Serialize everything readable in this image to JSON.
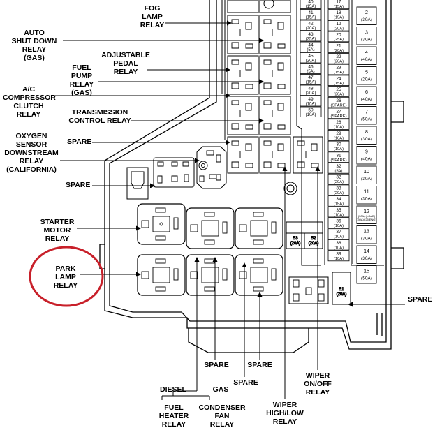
{
  "labels": {
    "fog_lamp": "FOG\nLAMP\nRELAY",
    "auto_shut_down": "AUTO\nSHUT DOWN\nRELAY\n(GAS)",
    "adjustable_pedal": "ADJUSTABLE\nPEDAL\nRELAY",
    "fuel_pump": "FUEL\nPUMP\nRELAY\n(GAS)",
    "ac_compressor": "A/C\nCOMPRESSOR\nCLUTCH\nRELAY",
    "transmission_control": "TRANSMISSION\nCONTROL RELAY",
    "spare_upper": "SPARE",
    "oxygen_sensor": "OXYGEN\nSENSOR\nDOWNSTREAM\nRELAY\n(CALIFORNIA)",
    "spare_middle": "SPARE",
    "starter_motor": "STARTER\nMOTOR\nRELAY",
    "park_lamp": "PARK\nLAMP\nRELAY",
    "spare_right": "SPARE",
    "spare_bottom_1": "SPARE",
    "spare_bottom_2": "SPARE",
    "spare_bottom_3": "SPARE",
    "diesel": "DIESEL",
    "gas": "GAS",
    "fuel_heater": "FUEL\nHEATER\nRELAY",
    "condenser_fan": "CONDENSER\nFAN\nRELAY",
    "wiper_high_low": "WIPER\nHIGH/LOW\nRELAY",
    "wiper_on_off": "WIPER\nON/OFF\nRELAY"
  },
  "fuses_col1": [
    {
      "num": "40",
      "amp": "(15A)"
    },
    {
      "num": "41",
      "amp": "(15A)"
    },
    {
      "num": "42",
      "amp": "(20A)"
    },
    {
      "num": "43",
      "amp": "(25A)"
    },
    {
      "num": "44",
      "amp": "(5A)"
    },
    {
      "num": "45",
      "amp": "(20A)"
    },
    {
      "num": "46",
      "amp": "(5A)"
    },
    {
      "num": "47",
      "amp": "(15A)"
    },
    {
      "num": "48",
      "amp": "(20A)"
    },
    {
      "num": "49",
      "amp": "(10A)"
    },
    {
      "num": "50",
      "amp": "(10A)"
    }
  ],
  "fuses_col2": [
    {
      "num": "17",
      "amp": "(15A)"
    },
    {
      "num": "18",
      "amp": "(15A)"
    },
    {
      "num": "19",
      "amp": "(20A)"
    },
    {
      "num": "20",
      "amp": "(25A)"
    },
    {
      "num": "21",
      "amp": "(20A)"
    },
    {
      "num": "22",
      "amp": "(20A)"
    },
    {
      "num": "23",
      "amp": "(15A)"
    },
    {
      "num": "24",
      "amp": "(15A)"
    },
    {
      "num": "25",
      "amp": "(20A)"
    },
    {
      "num": "26",
      "amp": "(SPARE)"
    },
    {
      "num": "27",
      "amp": "(SPARE)"
    },
    {
      "num": "28",
      "amp": "(10A)"
    },
    {
      "num": "29",
      "amp": "(10A)"
    },
    {
      "num": "30",
      "amp": "(10A)"
    },
    {
      "num": "31",
      "amp": "(SPARE)"
    },
    {
      "num": "32",
      "amp": "(5A)"
    },
    {
      "num": "32",
      "amp": "(20A)"
    },
    {
      "num": "33",
      "amp": "(20A)"
    },
    {
      "num": "34",
      "amp": "(15A)"
    },
    {
      "num": "35",
      "amp": "(10A)"
    },
    {
      "num": "36",
      "amp": "(10A)"
    },
    {
      "num": "37",
      "amp": "(10A)"
    },
    {
      "num": "38",
      "amp": "(10A)"
    },
    {
      "num": "39",
      "amp": "(10A)"
    }
  ],
  "fuses_big": [
    {
      "num": "2",
      "amp": "(30A)"
    },
    {
      "num": "3",
      "amp": "(30A)"
    },
    {
      "num": "4",
      "amp": "(40A)"
    },
    {
      "num": "5",
      "amp": "(20A)"
    },
    {
      "num": "6",
      "amp": "(40A)"
    },
    {
      "num": "7",
      "amp": "(50A)"
    },
    {
      "num": "8",
      "amp": "(30A)"
    },
    {
      "num": "9",
      "amp": "(40A)"
    },
    {
      "num": "10",
      "amp": "(30A)"
    },
    {
      "num": "11",
      "amp": "(30A)"
    },
    {
      "num": "12",
      "amp": "(30A) (LOAD)\n(30A) (25 ENG)"
    },
    {
      "num": "13",
      "amp": "(30A)"
    },
    {
      "num": "14",
      "amp": "(30A)"
    },
    {
      "num": "15",
      "amp": "(50A)"
    }
  ],
  "fuses_misc": {
    "f53": {
      "num": "53",
      "amp": "(20A)"
    },
    "f52": {
      "num": "52",
      "amp": "(20A)"
    },
    "f51": {
      "num": "51",
      "amp": "(20A)"
    }
  },
  "colors": {
    "line": "#000000",
    "highlight_circle": "#c8202a",
    "background": "#ffffff"
  }
}
